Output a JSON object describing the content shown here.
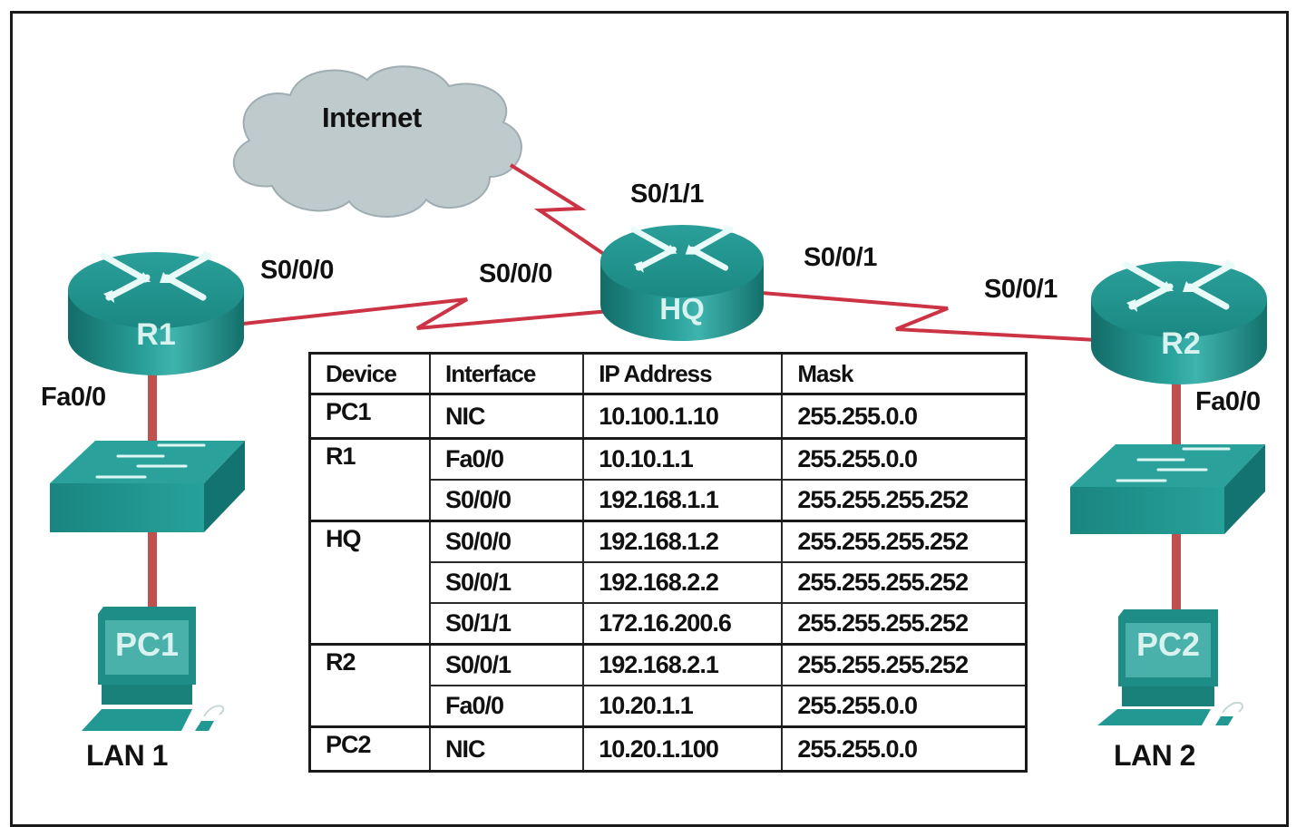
{
  "diagram": {
    "type": "network-topology",
    "colors": {
      "device_teal": "#1e8f8a",
      "device_teal_dark": "#136c68",
      "device_teal_light": "#3fb3ad",
      "link_red": "#cc3344",
      "lan_link": "#c0504d",
      "cloud_fill": "#b9c5c9",
      "cloud_stroke": "#9aa8ad"
    },
    "cloud": {
      "label": "Internet",
      "icon": "cloud-icon"
    },
    "devices": {
      "r1": {
        "label": "R1",
        "icon": "router-icon"
      },
      "hq": {
        "label": "HQ",
        "icon": "router-icon"
      },
      "r2": {
        "label": "R2",
        "icon": "router-icon"
      },
      "switch1": {
        "icon": "switch-icon"
      },
      "switch2": {
        "icon": "switch-icon"
      },
      "pc1": {
        "label": "PC1",
        "icon": "pc-icon"
      },
      "pc2": {
        "label": "PC2",
        "icon": "pc-icon"
      }
    },
    "interface_labels": {
      "r1_serial": "S0/0/0",
      "hq_serial_to_r1": "S0/0/0",
      "hq_serial_to_internet": "S0/1/1",
      "hq_serial_to_r2": "S0/0/1",
      "r2_serial": "S0/0/1",
      "r1_fast": "Fa0/0",
      "r2_fast": "Fa0/0"
    },
    "lan_labels": {
      "lan1": "LAN 1",
      "lan2": "LAN 2"
    },
    "links": [
      {
        "from": "Internet",
        "to": "HQ",
        "type": "serial",
        "interface": "S0/1/1"
      },
      {
        "from": "R1",
        "to": "HQ",
        "type": "serial",
        "interfaces": [
          "S0/0/0",
          "S0/0/0"
        ]
      },
      {
        "from": "HQ",
        "to": "R2",
        "type": "serial",
        "interfaces": [
          "S0/0/1",
          "S0/0/1"
        ]
      },
      {
        "from": "R1",
        "to": "Switch1",
        "type": "ethernet",
        "interface": "Fa0/0"
      },
      {
        "from": "Switch1",
        "to": "PC1",
        "type": "ethernet"
      },
      {
        "from": "R2",
        "to": "Switch2",
        "type": "ethernet",
        "interface": "Fa0/0"
      },
      {
        "from": "Switch2",
        "to": "PC2",
        "type": "ethernet"
      }
    ]
  },
  "address_table": {
    "headers": [
      "Device",
      "Interface",
      "IP Address",
      "Mask"
    ],
    "rows": [
      {
        "device": "PC1",
        "interface": "NIC",
        "ip": "10.100.1.10",
        "mask": "255.255.0.0"
      },
      {
        "device": "R1",
        "interface": "Fa0/0",
        "ip": "10.10.1.1",
        "mask": "255.255.0.0"
      },
      {
        "device": "",
        "interface": "S0/0/0",
        "ip": "192.168.1.1",
        "mask": "255.255.255.252"
      },
      {
        "device": "HQ",
        "interface": "S0/0/0",
        "ip": "192.168.1.2",
        "mask": "255.255.255.252"
      },
      {
        "device": "",
        "interface": "S0/0/1",
        "ip": "192.168.2.2",
        "mask": "255.255.255.252"
      },
      {
        "device": "",
        "interface": "S0/1/1",
        "ip": "172.16.200.6",
        "mask": "255.255.255.252"
      },
      {
        "device": "R2",
        "interface": "S0/0/1",
        "ip": "192.168.2.1",
        "mask": "255.255.255.252"
      },
      {
        "device": "",
        "interface": "Fa0/0",
        "ip": "10.20.1.1",
        "mask": "255.255.0.0"
      },
      {
        "device": "PC2",
        "interface": "NIC",
        "ip": "10.20.1.100",
        "mask": "255.255.0.0"
      }
    ]
  }
}
